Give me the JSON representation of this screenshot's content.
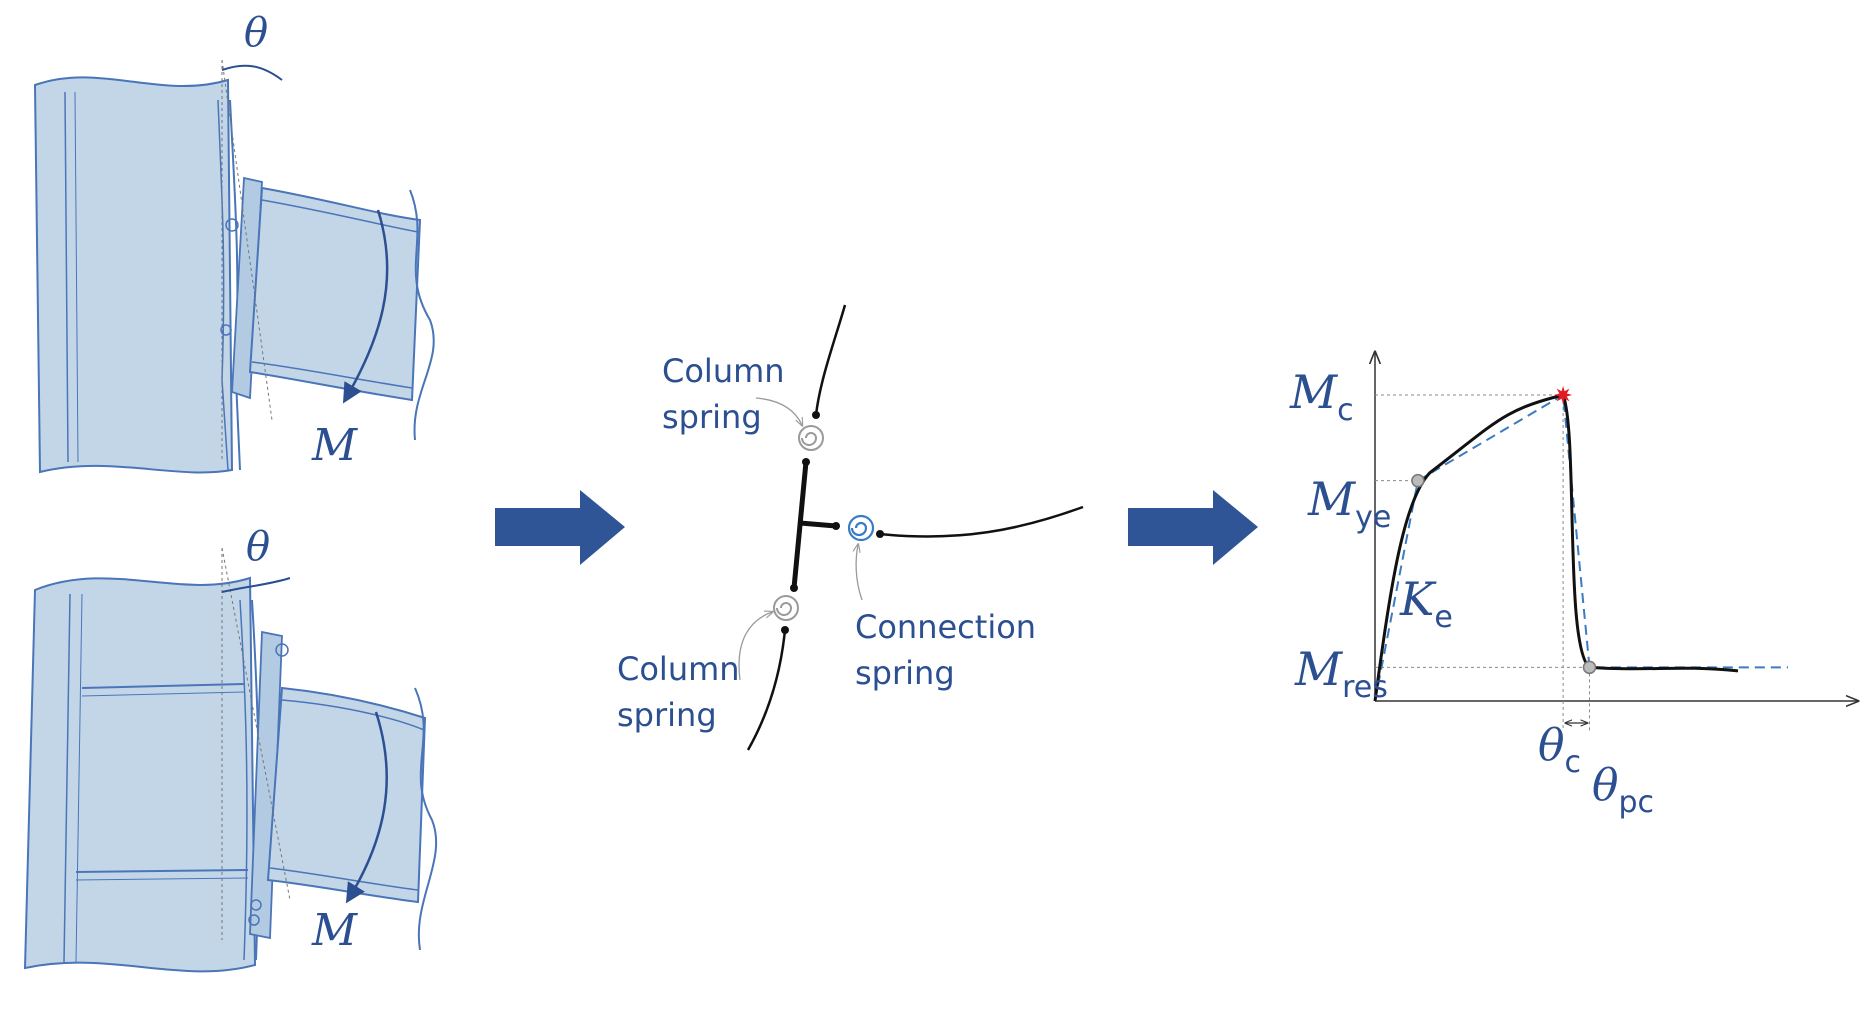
{
  "colors": {
    "steel_fill": "#c2d6e8",
    "steel_stroke": "#4a75b8",
    "accent_blue": "#2b4f91",
    "arrow_blue": "#2f5597",
    "spring_gray": "#9a9a9a",
    "spring_blue": "#3a7cc4",
    "peak_red": "#e01b24",
    "curve_black": "#111111",
    "dashed_blue": "#3a7cc4",
    "guide_gray": "#8a8a8a"
  },
  "panels": {
    "top_connection": {
      "rotation_symbol": "θ",
      "moment_symbol": "M"
    },
    "bottom_connection": {
      "rotation_symbol": "θ",
      "moment_symbol": "M"
    }
  },
  "flow_arrows": {
    "icon": "right-arrow-icon"
  },
  "spring_model": {
    "column_spring_top": {
      "line1": "Column",
      "line2": "spring"
    },
    "column_spring_bottom": {
      "line1": "Column",
      "line2": "spring"
    },
    "connection_spring": {
      "line1": "Connection",
      "line2": "spring"
    }
  },
  "moment_rotation_curve": {
    "y_labels": {
      "mc": {
        "main": "M",
        "sub": "c"
      },
      "mye": {
        "main": "M",
        "sub": "ye"
      },
      "mres": {
        "main": "M",
        "sub": "res"
      }
    },
    "stiffness": {
      "main": "K",
      "sub": "e"
    },
    "x_labels": {
      "theta_c": {
        "main": "θ",
        "sub": "c"
      },
      "theta_pc": {
        "main": "θ",
        "sub": "pc"
      }
    },
    "key_points": {
      "yield": {
        "theta": 0.13,
        "moment": 0.72
      },
      "peak": {
        "theta": 0.57,
        "moment": 1.0
      },
      "residual": {
        "theta": 0.65,
        "moment": 0.11
      },
      "end": {
        "theta": 1.1,
        "moment": 0.105
      }
    }
  }
}
